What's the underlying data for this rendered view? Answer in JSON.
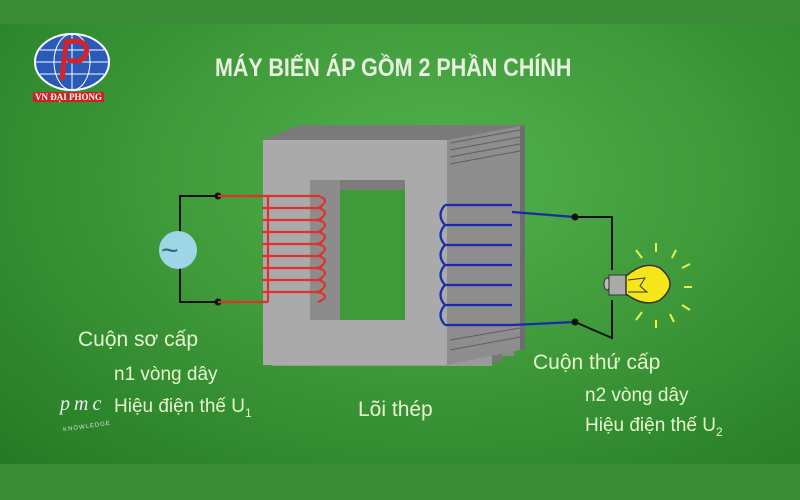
{
  "title": "MÁY BIẾN ÁP GỒM 2 PHẦN CHÍNH",
  "logo": {
    "text": "VN ĐẠI PHONG"
  },
  "watermark": {
    "brand": "pmc",
    "sub": "KNOWLEDGE"
  },
  "primary": {
    "title": "Cuộn sơ cấp",
    "turns": "n1 vòng dây",
    "voltage": "Hiệu điện thế U",
    "voltage_sub": "1"
  },
  "secondary": {
    "title": "Cuộn thứ cấp",
    "turns": "n2 vòng dây",
    "voltage": "Hiệu điện thế U",
    "voltage_sub": "2"
  },
  "core": {
    "label": "Lõi thép"
  },
  "source": {
    "symbol": "~"
  },
  "colors": {
    "primary_wire": "#e0312a",
    "secondary_wire": "#1a2aa8",
    "core": "#a8a8a8",
    "background": "#3f9a3a"
  }
}
